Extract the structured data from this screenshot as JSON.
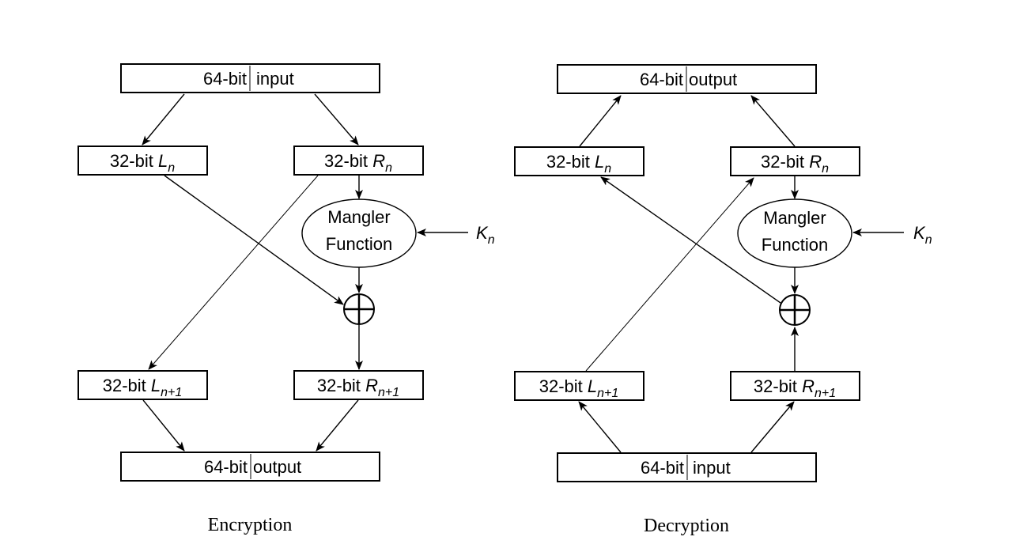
{
  "encryption": {
    "caption": "Encryption",
    "input_left": "64-bit",
    "input_right": "input",
    "output_left": "64-bit",
    "output_right": "output",
    "ln_prefix": "32-bit",
    "ln_var": "L",
    "ln_sub": "n",
    "rn_prefix": "32-bit",
    "rn_var": "R",
    "rn_sub": "n",
    "ln1_prefix": "32-bit",
    "ln1_var": "L",
    "ln1_sub": "n+1",
    "rn1_prefix": "32-bit",
    "rn1_var": "R",
    "rn1_sub": "n+1",
    "mangler_line1": "Mangler",
    "mangler_line2": "Function",
    "key_var": "K",
    "key_sub": "n"
  },
  "decryption": {
    "caption": "Decryption",
    "output_left": "64-bit",
    "output_right": "output",
    "input_left": "64-bit",
    "input_right": "input",
    "ln_prefix": "32-bit",
    "ln_var": "L",
    "ln_sub": "n",
    "rn_prefix": "32-bit",
    "rn_var": "R",
    "rn_sub": "n",
    "ln1_prefix": "32-bit",
    "ln1_var": "L",
    "ln1_sub": "n+1",
    "rn1_prefix": "32-bit",
    "rn1_var": "R",
    "rn1_sub": "n+1",
    "mangler_line1": "Mangler",
    "mangler_line2": "Function",
    "key_var": "K",
    "key_sub": "n"
  }
}
